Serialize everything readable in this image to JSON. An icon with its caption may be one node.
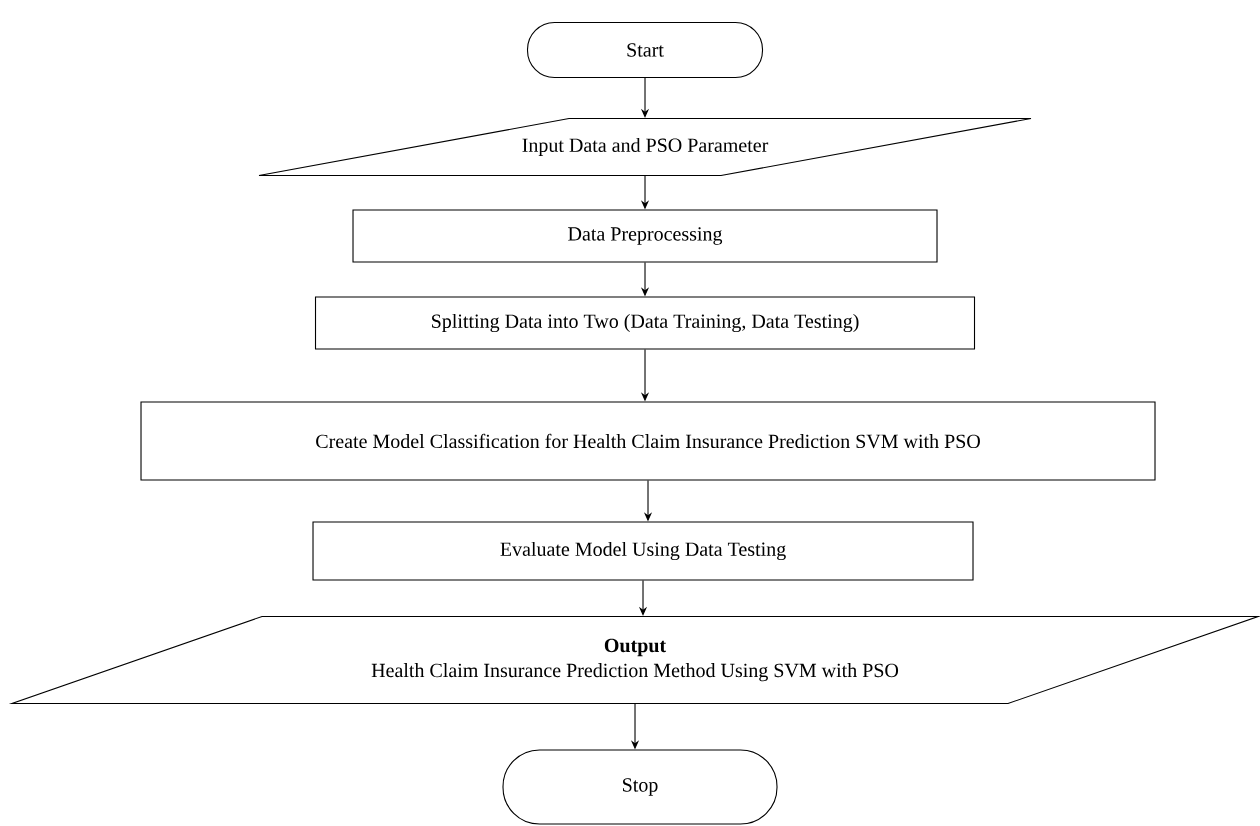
{
  "diagram": {
    "nodes": [
      {
        "text": [
          "Start"
        ]
      },
      {
        "text": [
          "Input Data and PSO Parameter"
        ]
      },
      {
        "text": [
          "Data Preprocessing"
        ]
      },
      {
        "text": [
          "Splitting Data into Two (Data Training, Data Testing)"
        ]
      },
      {
        "text": [
          "Create Model Classification for Health Claim Insurance Prediction SVM with PSO"
        ]
      },
      {
        "text": [
          "Evaluate Model Using Data Testing"
        ]
      },
      {
        "text": [
          "Output",
          "Health Claim Insurance Prediction Method Using SVM with PSO"
        ]
      },
      {
        "text": [
          "Stop"
        ]
      }
    ],
    "edges": [
      {
        "from": 0,
        "to": 1,
        "arrow": "to"
      },
      {
        "from": 1,
        "to": 2,
        "arrow": "to"
      },
      {
        "from": 2,
        "to": 3,
        "arrow": "to"
      },
      {
        "from": 3,
        "to": 4,
        "arrow": "to"
      },
      {
        "from": 4,
        "to": 5,
        "arrow": "to"
      },
      {
        "from": 5,
        "to": 6,
        "arrow": "to"
      },
      {
        "from": 6,
        "to": 7,
        "arrow": "to"
      }
    ]
  }
}
